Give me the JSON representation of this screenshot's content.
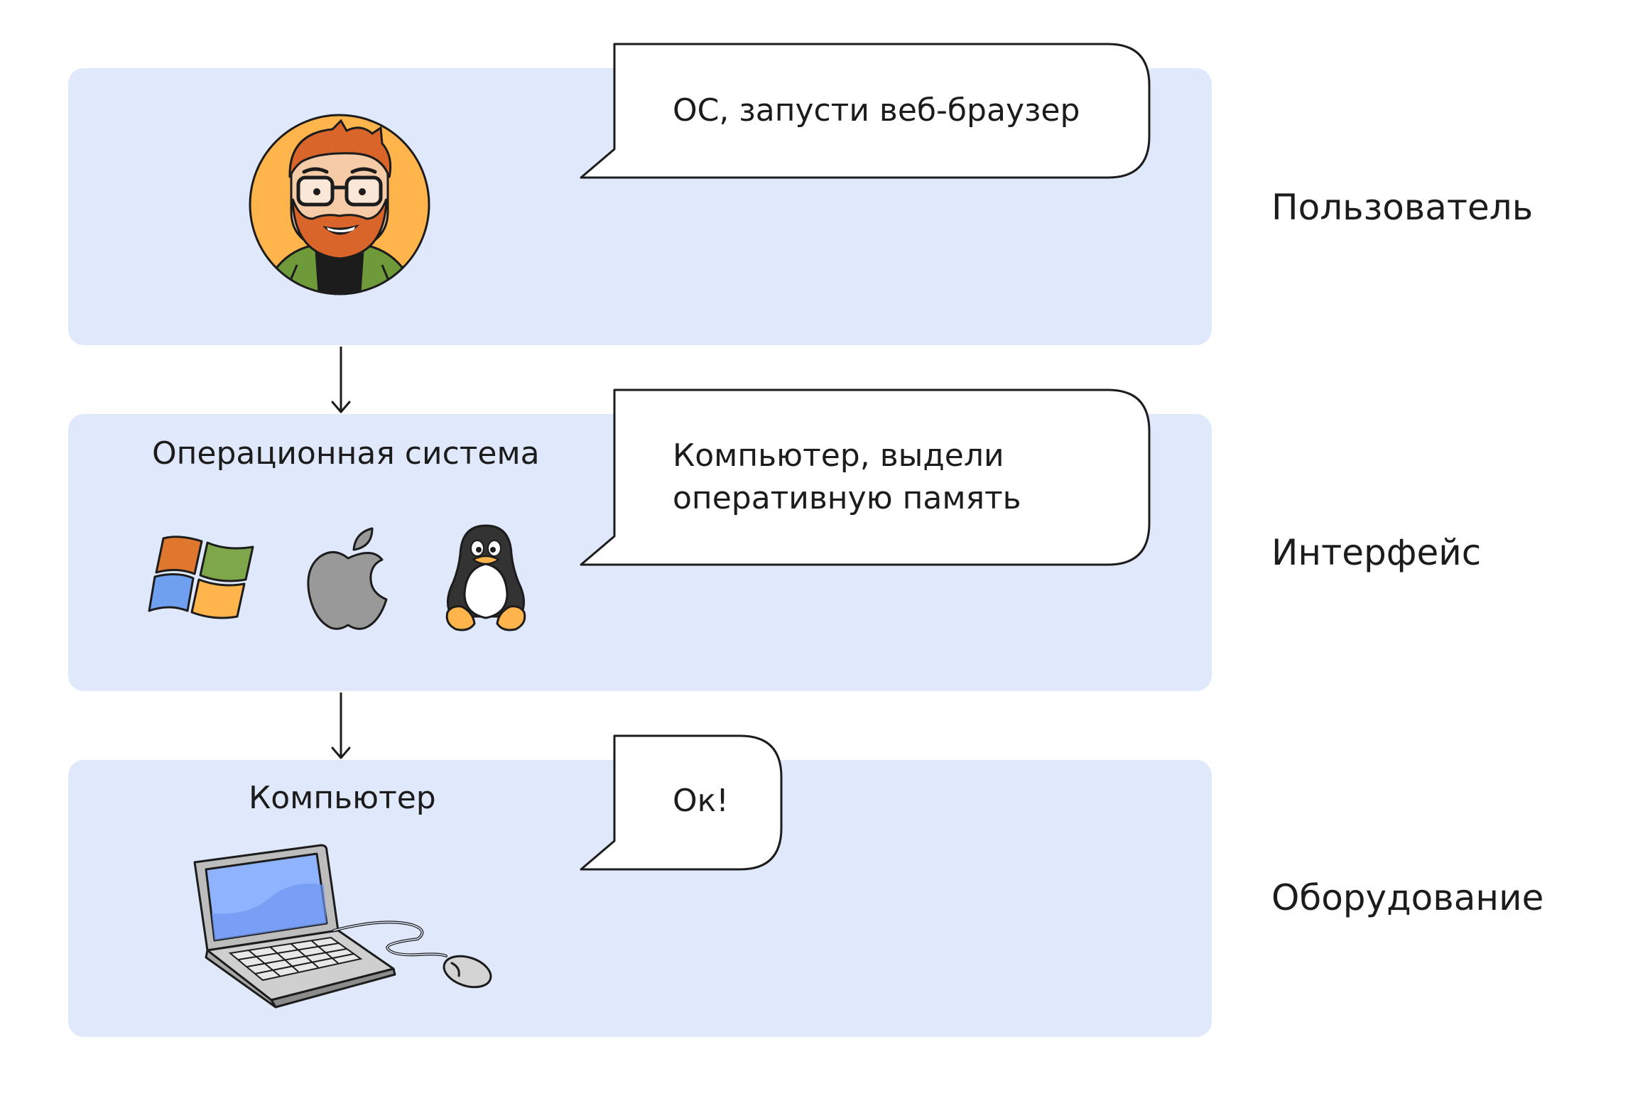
{
  "layers": [
    {
      "id": "user",
      "side_label": "Пользователь",
      "bubble": [
        "ОС, запусти веб-браузер"
      ]
    },
    {
      "id": "os",
      "side_label": "Интерфейс",
      "title": "Операционная система",
      "bubble": [
        "Компьютер, выдели",
        "оперативную память"
      ],
      "icons": [
        "windows-logo-icon",
        "apple-logo-icon",
        "linux-tux-icon"
      ]
    },
    {
      "id": "hardware",
      "side_label": "Оборудование",
      "title": "Компьютер",
      "bubble": [
        "Ок!"
      ],
      "icons": [
        "laptop-icon",
        "mouse-icon"
      ]
    }
  ],
  "colors": {
    "panel_background": "#e0e9fb",
    "bubble_fill": "#ffffff",
    "stroke": "#1c1c1c",
    "avatar_background": "#ffb54c",
    "beard": "#d9652a",
    "laptop_screen": "#8fb3ff"
  }
}
